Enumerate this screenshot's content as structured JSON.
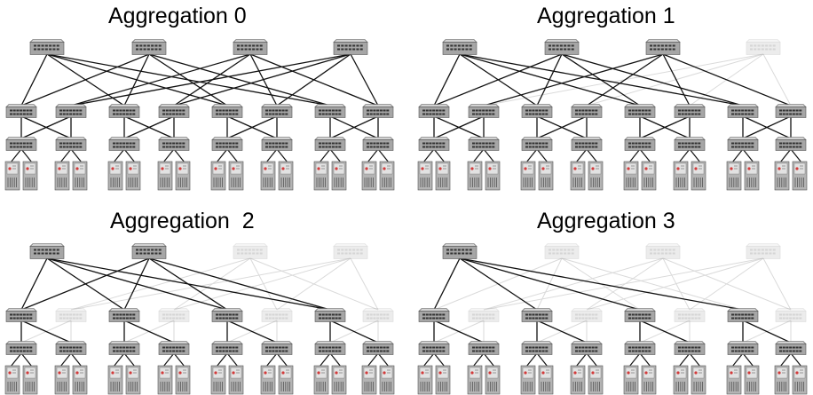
{
  "panels": [
    {
      "title": "Aggregation 0",
      "active_core_count": 4,
      "mode": "all"
    },
    {
      "title": "Aggregation 1",
      "active_core_count": 3,
      "mode": "all"
    },
    {
      "title": "Aggregation  2",
      "active_core_count": 2,
      "mode": "even"
    },
    {
      "title": "Aggregation 3",
      "active_core_count": 1,
      "mode": "even"
    }
  ],
  "topology": {
    "core_switches": 4,
    "pods": 4,
    "aggregation_switches_per_pod": 2,
    "edge_switches_per_pod": 2,
    "servers_per_edge_switch": 2
  },
  "colors": {
    "active_link": "#111111",
    "inactive_link": "#dadada",
    "switch_body": "#a6a6a6",
    "switch_top": "#d2d2d2",
    "server_body": "#b4b4b4",
    "server_led": "#d23a3a"
  }
}
